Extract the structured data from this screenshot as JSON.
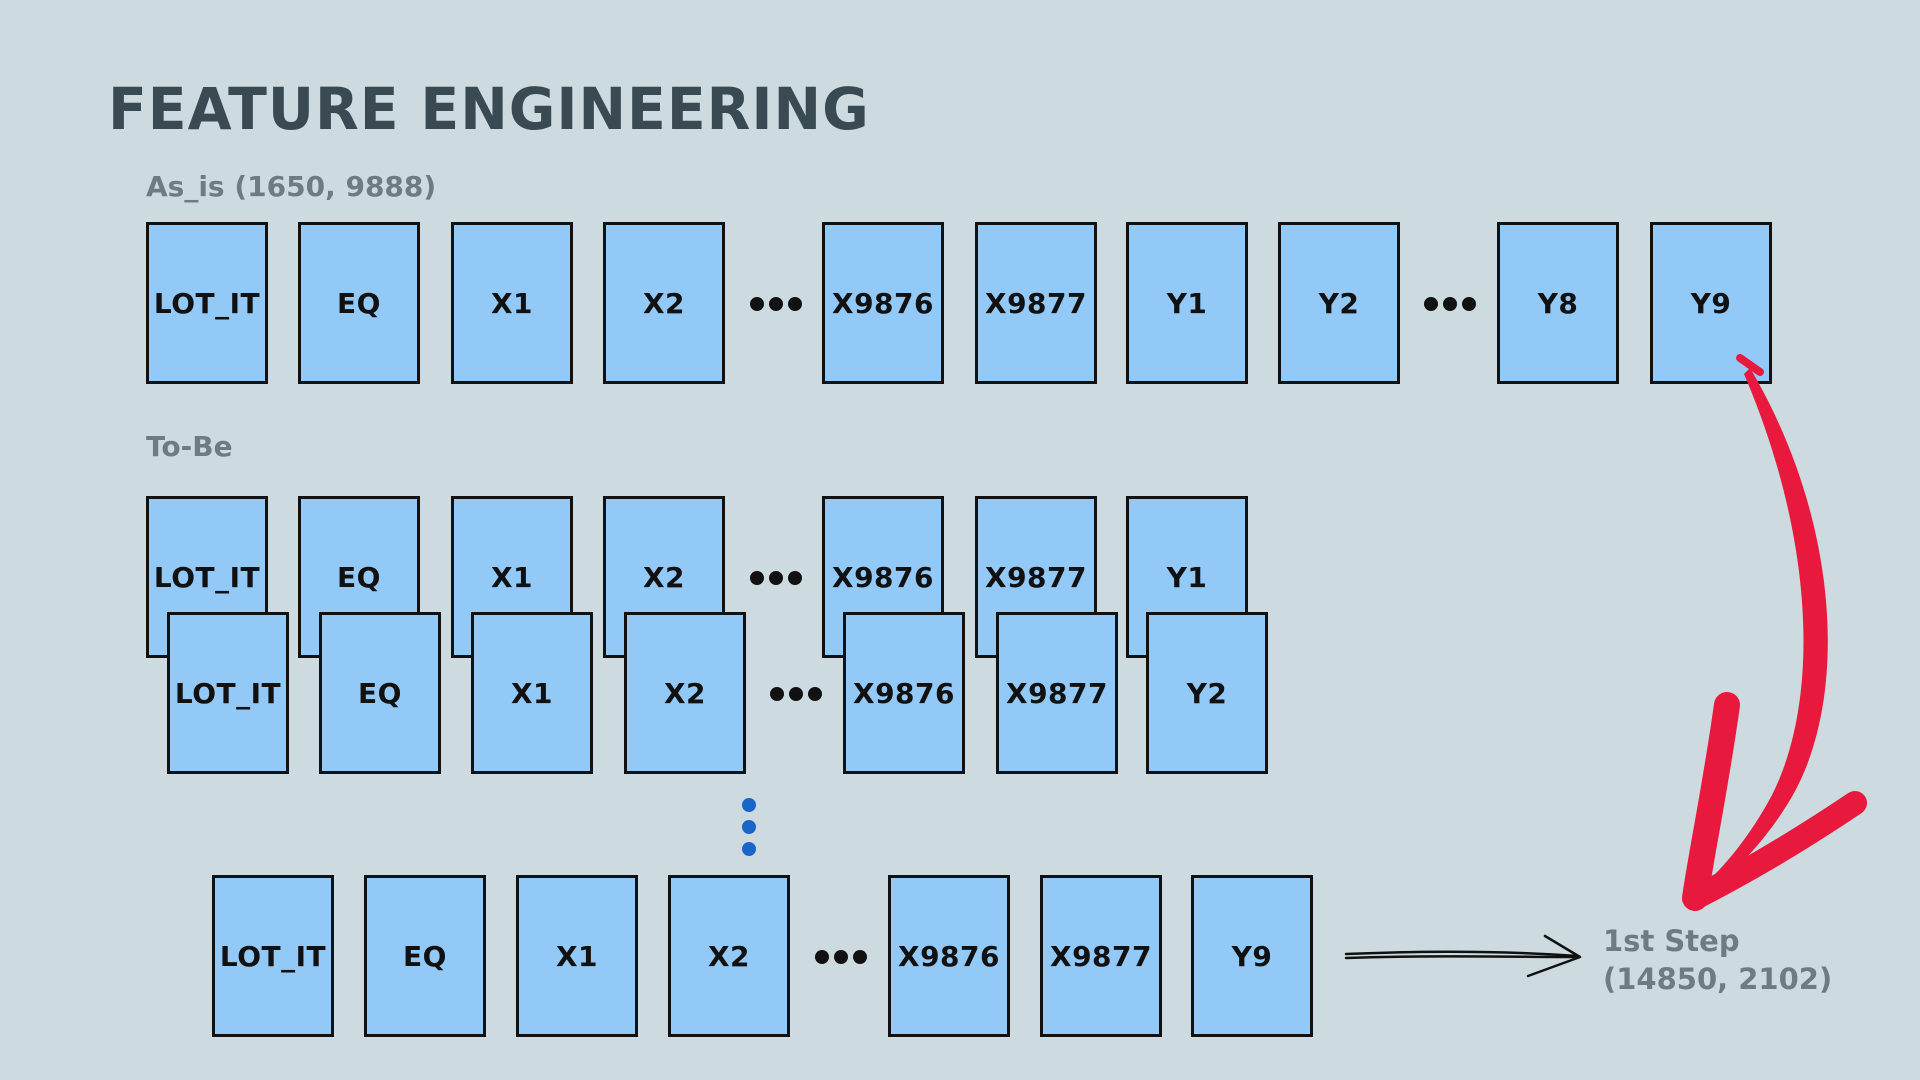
{
  "title": "FEATURE ENGINEERING",
  "as_is": {
    "label": "As_is (1650, 9888)",
    "boxes": [
      "LOT_IT",
      "EQ",
      "X1",
      "X2",
      "X9876",
      "X9877",
      "Y1",
      "Y2",
      "Y8",
      "Y9"
    ]
  },
  "to_be": {
    "label": "To-Be",
    "layer1": [
      "LOT_IT",
      "EQ",
      "X1",
      "X2",
      "X9876",
      "X9877",
      "Y1"
    ],
    "layer2": [
      "LOT_IT",
      "EQ",
      "X1",
      "X2",
      "X9876",
      "X9877",
      "Y2"
    ],
    "last": [
      "LOT_IT",
      "EQ",
      "X1",
      "X2",
      "X9876",
      "X9877",
      "Y9"
    ]
  },
  "result": {
    "line1": "1st Step",
    "line2": "(14850, 2102)"
  },
  "colors": {
    "background": "#cddbe0",
    "box_fill": "#93c9f7",
    "title": "#3a4a52",
    "label": "#6e7b81",
    "curve_arrow": "#e8193c",
    "vertical_dots": "#1a66c8"
  }
}
